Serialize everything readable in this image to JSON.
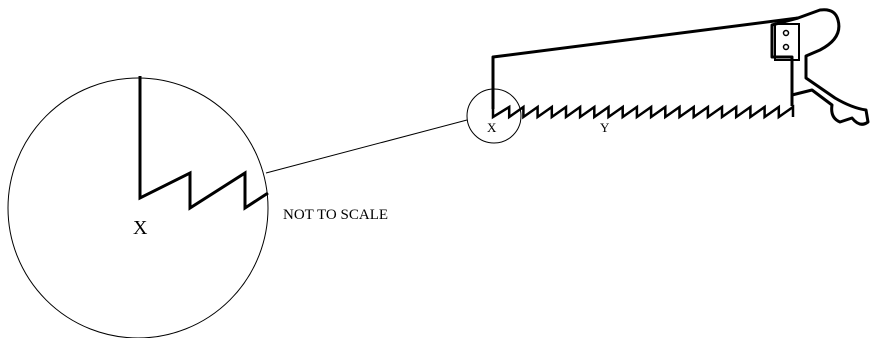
{
  "diagram": {
    "labels": {
      "x_zoom": "X",
      "x_saw": "X",
      "y_saw": "Y",
      "scale_note": "NOT TO SCALE"
    },
    "saw": {
      "teeth_count": 21
    },
    "colors": {
      "line": "#000000",
      "background": "#ffffff"
    }
  }
}
